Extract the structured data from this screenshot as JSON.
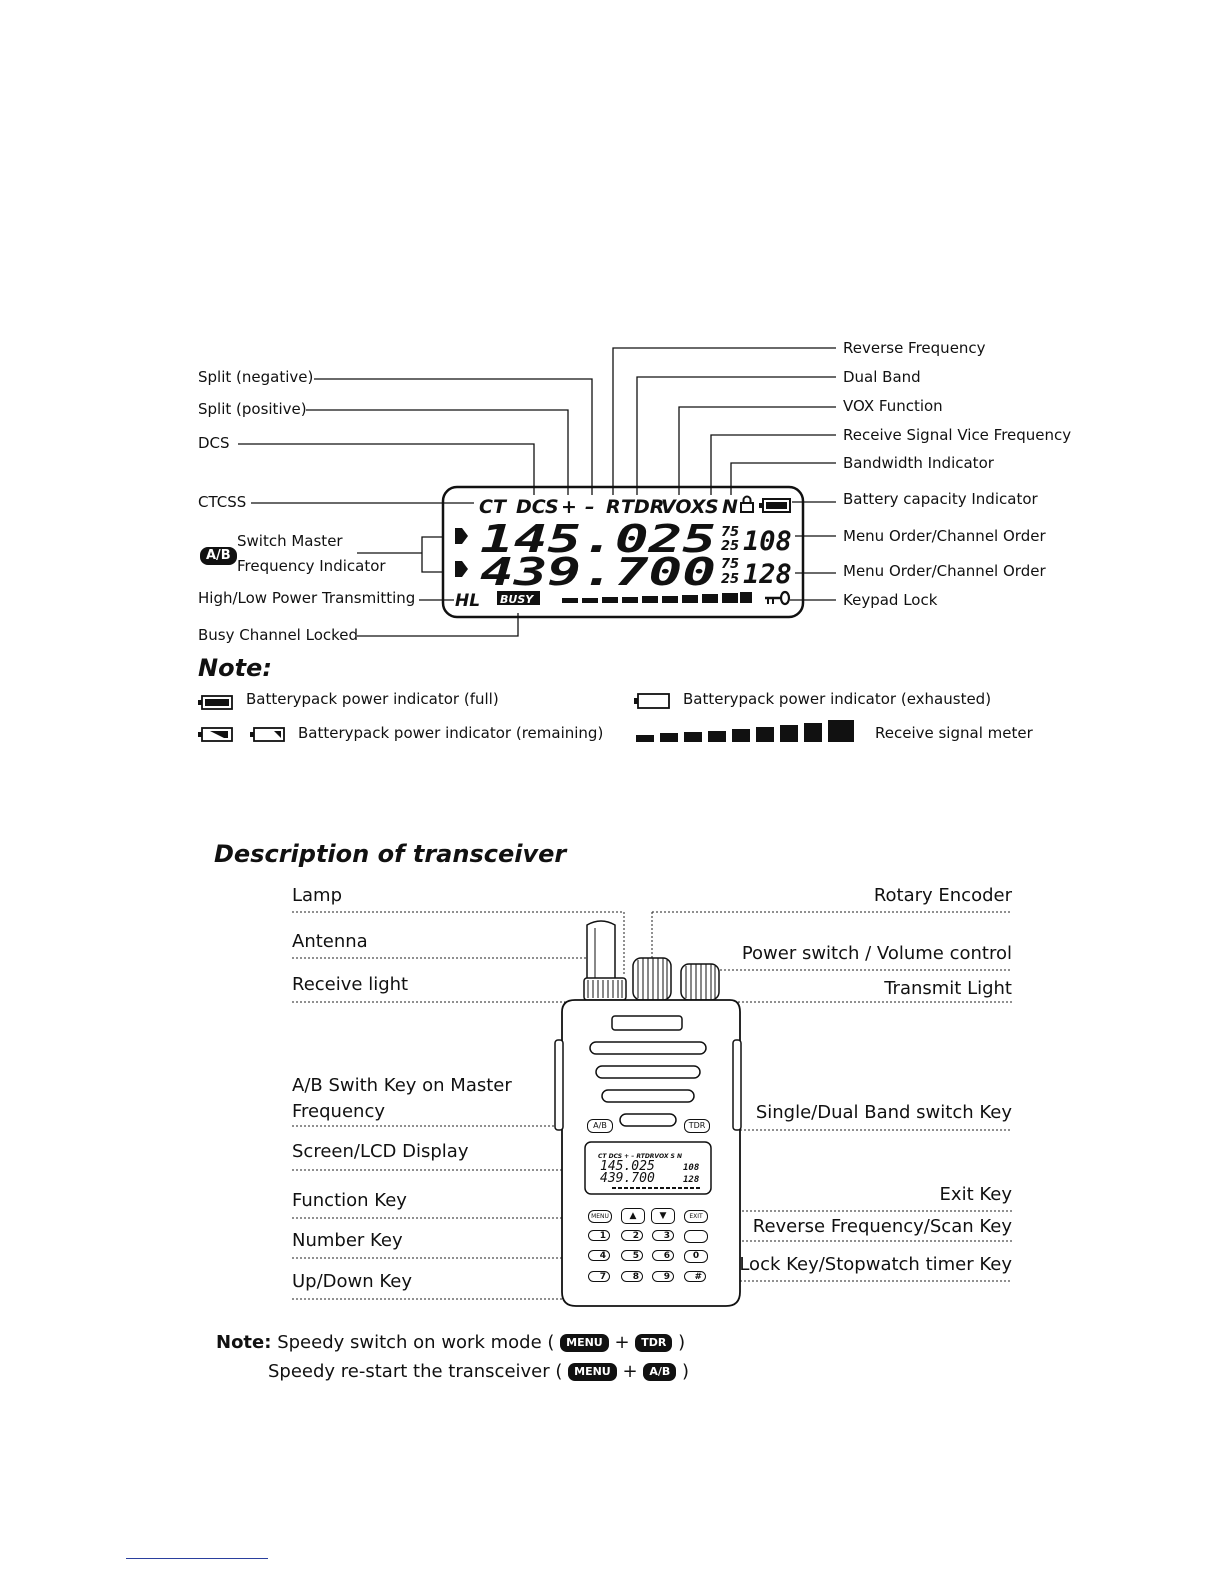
{
  "lcd_labels_left": {
    "split_negative": "Split (negative)",
    "split_positive": "Split (positive)",
    "dcs": "DCS",
    "ctcss": "CTCSS",
    "switch_master_1": "Switch Master",
    "switch_master_2": "Frequency Indicator",
    "ab_badge": "A/B",
    "high_low": "High/Low Power Transmitting",
    "busy_locked": "Busy Channel Locked"
  },
  "lcd_labels_right": {
    "reverse": "Reverse Frequency",
    "dual_band": "Dual Band",
    "vox": "VOX Function",
    "receive_vice": "Receive Signal Vice Frequency",
    "bandwidth": "Bandwidth Indicator",
    "battery": "Battery capacity Indicator",
    "menu_order_1": "Menu Order/Channel Order",
    "menu_order_2": "Menu Order/Channel Order",
    "keypad_lock": "Keypad Lock"
  },
  "lcd": {
    "ct": "CT",
    "dcs": "DCS",
    "plus": "+",
    "minus": "–",
    "r": "R",
    "tdr": "TDR",
    "vox": "VOX",
    "s": "S",
    "n": "N",
    "freq1": "145.025",
    "freq2": "439.700",
    "step_top": "75",
    "step_bottom": "25",
    "ch1": "108",
    "ch2": "128",
    "hl": "HL",
    "busy": "BUSY"
  },
  "note": {
    "title": "Note:",
    "battery_full": "Batterypack power indicator (full)",
    "battery_exhausted": "Batterypack power indicator (exhausted)",
    "battery_remaining": "Batterypack power indicator (remaining)",
    "signal_meter": "Receive signal meter"
  },
  "transceiver": {
    "title": "Description of transceiver",
    "left": {
      "lamp": "Lamp",
      "antenna": "Antenna",
      "receive_light": "Receive light",
      "ab_key_1": "A/B Swith Key on Master",
      "ab_key_2": "Frequency",
      "screen": "Screen/LCD Display",
      "function_key": "Function Key",
      "number_key": "Number Key",
      "updown_key": "Up/Down Key"
    },
    "right": {
      "rotary": "Rotary Encoder",
      "power_switch": "Power switch / Volume control",
      "transmit_light": "Transmit Light",
      "single_dual": "Single/Dual Band switch Key",
      "exit_key": "Exit Key",
      "reverse_scan": "Reverse Frequency/Scan Key",
      "lock_key": "Lock Key/Stopwatch timer Key"
    },
    "keys": {
      "ab": "A/B",
      "tdr": "TDR",
      "menu": "MENU",
      "exit": "EXIT",
      "k1": "1",
      "k2": "2",
      "k3": "3",
      "k4": "4",
      "k5": "5",
      "k6": "6",
      "k7": "7",
      "k8": "8",
      "k9": "9",
      "k0": "0",
      "khash": "#"
    }
  },
  "bottom_notes": {
    "prefix": "Note:",
    "line1_text": "Speedy switch on work mode (",
    "line2_text": "Speedy re-start the transceiver (",
    "plus": "+",
    "close": ")",
    "menu": "MENU",
    "tdr": "TDR",
    "ab": "A/B"
  }
}
